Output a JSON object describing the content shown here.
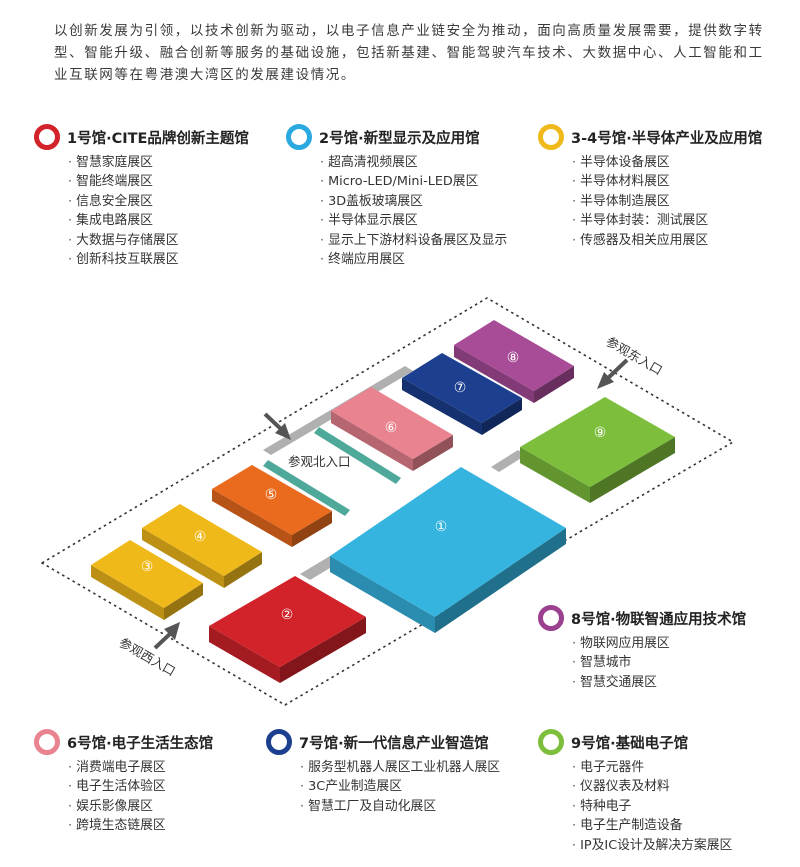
{
  "intro": "以创新发展为引领，以技术创新为驱动，以电子信息产业链安全为推动，面向高质量发展需要，提供数字转型、智能升级、融合创新等服务的基础设施，包括新基建、智能驾驶汽车技术、大数据中心、人工智能和工业互联网等在粤港澳大湾区的发展建设情况。",
  "halls": [
    {
      "id": "h1",
      "color": "#d2232a",
      "title": "1号馆·CITE品牌创新主题馆",
      "items": [
        "智慧家庭展区",
        "智能终端展区",
        "信息安全展区",
        "集成电路展区",
        "大数据与存储展区",
        "创新科技互联展区"
      ]
    },
    {
      "id": "h2",
      "color": "#2aa9e0",
      "title": "2号馆·新型显示及应用馆",
      "items": [
        "超高清视频展区",
        "Micro-LED/Mini-LED展区",
        "3D盖板玻璃展区",
        "半导体显示展区",
        "显示上下游材料设备展区及显示",
        "终端应用展区"
      ]
    },
    {
      "id": "h34",
      "color": "#f0b91a",
      "title": "3-4号馆·半导体产业及应用馆",
      "items": [
        "半导体设备展区",
        "半导体材料展区",
        "半导体制造展区",
        "半导体封装：测试展区",
        "传感器及相关应用展区"
      ]
    },
    {
      "id": "h8",
      "color": "#9b3f8f",
      "title": "8号馆·物联智通应用技术馆",
      "items": [
        "物联网应用展区",
        "智慧城市",
        "智慧交通展区"
      ]
    },
    {
      "id": "h6",
      "color": "#e9838f",
      "title": "6号馆·电子生活生态馆",
      "items": [
        "消费端电子展区",
        "电子生活体验区",
        "娱乐影像展区",
        "跨境生态链展区"
      ]
    },
    {
      "id": "h7",
      "color": "#1c3f8f",
      "title": "7号馆·新一代信息产业智造馆",
      "items": [
        "服务型机器人展区工业机器人展区",
        "3C产业制造展区",
        "智慧工厂及自动化展区"
      ]
    },
    {
      "id": "h9",
      "color": "#7dbf3c",
      "title": "9号馆·基础电子馆",
      "items": [
        "电子元器件",
        "仪器仪表及材料",
        "特种电子",
        "电子生产制造设备",
        "IP及IC设计及解决方案展区"
      ]
    }
  ],
  "map": {
    "buildings": [
      {
        "id": "b1",
        "num": "①",
        "color": "#36b4e0"
      },
      {
        "id": "b2",
        "num": "②",
        "color": "#d2232a"
      },
      {
        "id": "b3",
        "num": "③",
        "color": "#f0b91a"
      },
      {
        "id": "b4",
        "num": "④",
        "color": "#f0b91a"
      },
      {
        "id": "b5",
        "num": "⑤",
        "color": "#ea6b1e"
      },
      {
        "id": "b6",
        "num": "⑥",
        "color": "#e9838f"
      },
      {
        "id": "b7",
        "num": "⑦",
        "color": "#1c3f8f"
      },
      {
        "id": "b8",
        "num": "⑧",
        "color": "#a84c98"
      },
      {
        "id": "b9",
        "num": "⑨",
        "color": "#7dbf3c"
      }
    ],
    "entrances": {
      "east": "参观东入口",
      "north": "参观北入口",
      "west": "参观西入口"
    },
    "corridor_color": "#4fa99a",
    "link_color": "#b0b0b0"
  }
}
